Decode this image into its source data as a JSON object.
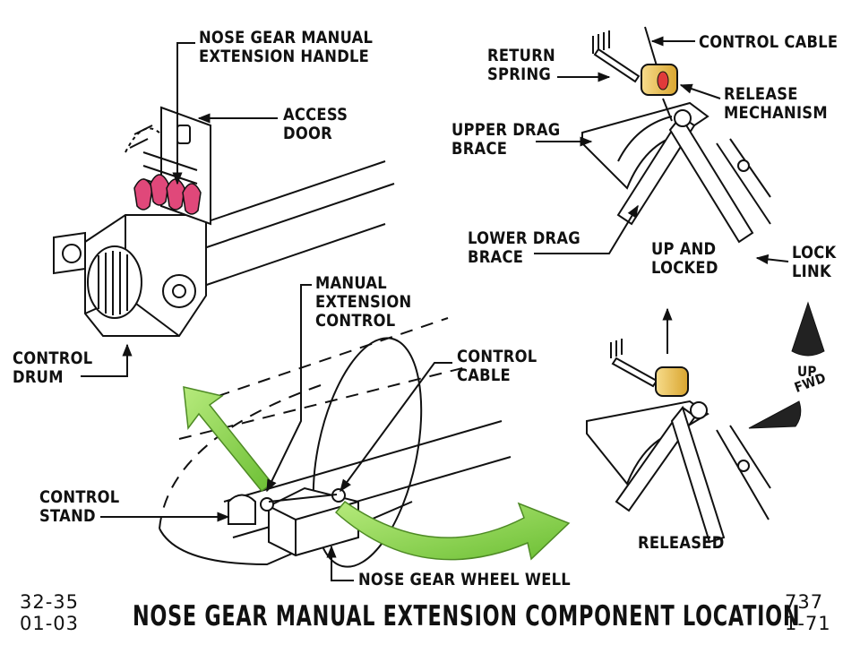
{
  "labels": {
    "handle": "NOSE GEAR MANUAL\nEXTENSION HANDLE",
    "access_door": "ACCESS\nDOOR",
    "control_drum": "CONTROL\nDRUM",
    "manual_control": "MANUAL\nEXTENSION\nCONTROL",
    "control_cable_lower": "CONTROL\nCABLE",
    "control_stand": "CONTROL\nSTAND",
    "wheel_well": "NOSE GEAR WHEEL WELL",
    "return_spring": "RETURN\nSPRING",
    "control_cable_upper": "CONTROL CABLE",
    "release_mechanism": "RELEASE\nMECHANISM",
    "upper_drag_brace": "UPPER DRAG\nBRACE",
    "lower_drag_brace": "LOWER DRAG\nBRACE",
    "up_and_locked": "UP AND\nLOCKED",
    "lock_link": "LOCK\nLINK",
    "up": "UP",
    "fwd": "FWD",
    "released": "RELEASED"
  },
  "doc": {
    "page_code": "32-35\n01-03",
    "model_code": "737\n1-71"
  },
  "title": "NOSE GEAR MANUAL EXTENSION COMPONENT LOCATION",
  "colors": {
    "ink": "#111111",
    "arrow_green": "#8fd14f",
    "arrow_green_dark": "#5a9e2a",
    "handle_pink": "#e0487a",
    "mechanism_yellow": "#f1c85a",
    "release_red": "#e03a3a"
  }
}
